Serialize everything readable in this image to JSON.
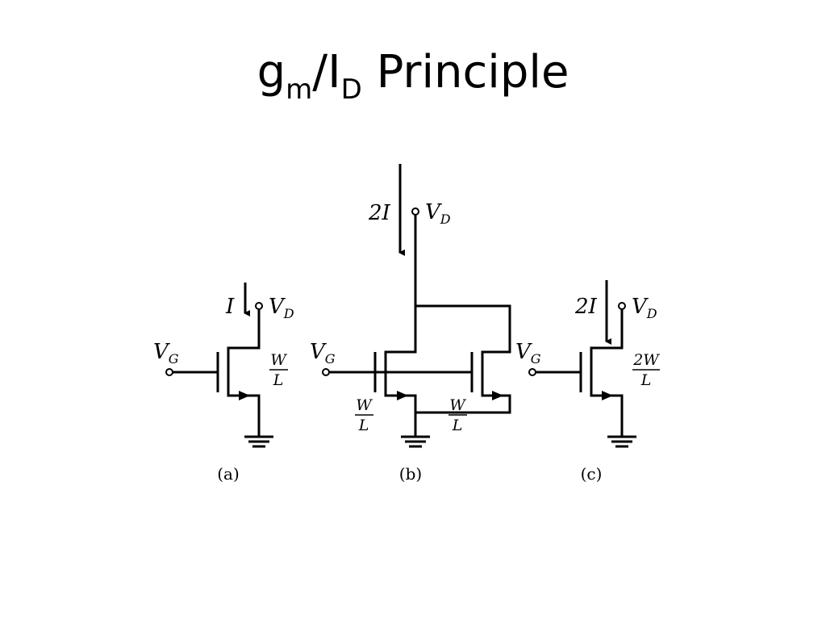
{
  "title": {
    "main": "g",
    "sub1": "m",
    "sep": "/I",
    "sub2": "D",
    "rest": " Principle"
  },
  "labels": {
    "vd_base": "V",
    "vd_sub": "D",
    "vg_base": "V",
    "vg_sub": "G",
    "current_a": "I",
    "current_b": "2I",
    "current_c": "2I",
    "w": "W",
    "l": "L",
    "two_w": "2W"
  },
  "captions": {
    "a": "(a)",
    "b": "(b)",
    "c": "(c)"
  }
}
